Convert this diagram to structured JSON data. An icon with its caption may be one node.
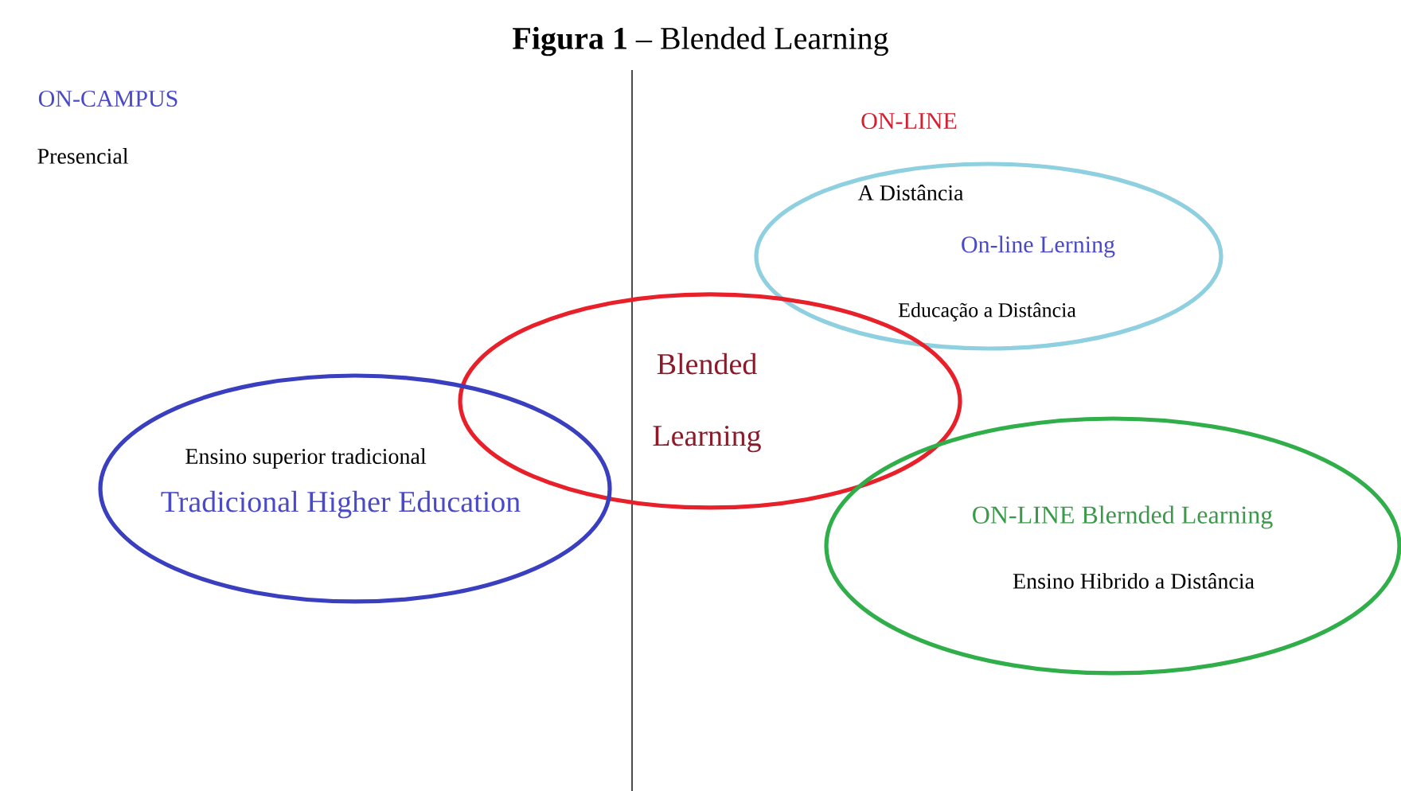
{
  "diagram": {
    "title": "**Figura 1** – Blended Learning",
    "nodes": [
      {
        "text": [
          "A Distância",
          "On-line Lerning",
          "Educação a Distância"
        ]
      },
      {
        "text": [
          "Blended Learning"
        ]
      },
      {
        "text": [
          "Ensino superior tradicional",
          "Tradicional Higher Education"
        ]
      },
      {
        "text": [
          "ON-LINE Blernded Learning",
          "Ensino Hibrido a Distância"
        ]
      }
    ],
    "labels": [
      "ON-CAMPUS",
      "Presencial",
      "ON-LINE"
    ]
  }
}
